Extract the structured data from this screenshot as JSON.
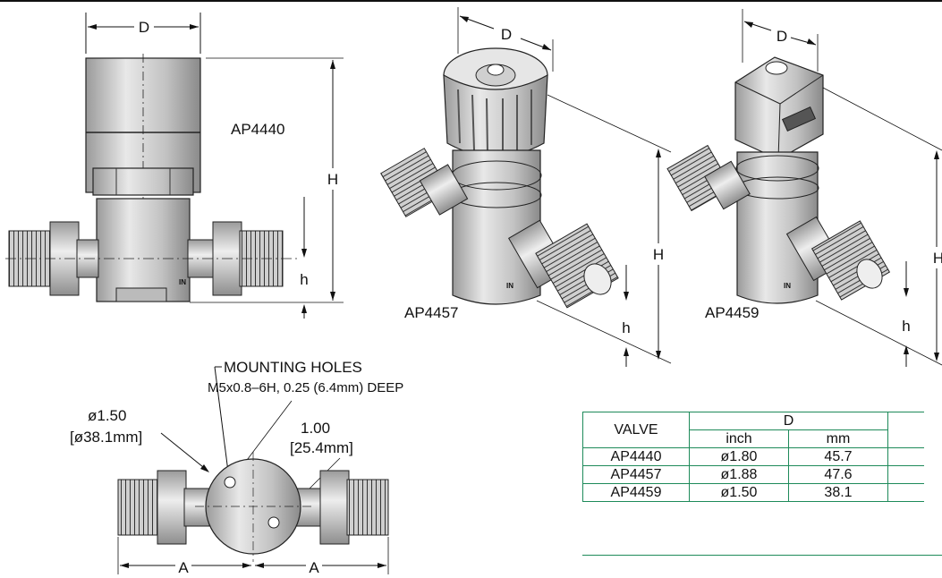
{
  "views": {
    "ap4440": {
      "model": "AP4440",
      "dim_d": "D",
      "dim_H": "H",
      "dim_h": "h",
      "port_mark": "IN"
    },
    "ap4457": {
      "model": "AP4457",
      "dim_d": "D",
      "dim_H": "H",
      "dim_h": "h",
      "port_mark": "IN"
    },
    "ap4459": {
      "model": "AP4459",
      "dim_d": "D",
      "dim_H": "H",
      "dim_h": "h",
      "port_mark": "IN"
    }
  },
  "bottom_view": {
    "mounting_title": "MOUNTING HOLES",
    "mounting_spec": "M5x0.8–6H, 0.25 (6.4mm) DEEP",
    "body_dia_in": "ø1.50",
    "body_dia_mm": "[ø38.1mm]",
    "hole_spacing_in": "1.00",
    "hole_spacing_mm": "[25.4mm]",
    "dim_a_left": "A",
    "dim_a_right": "A"
  },
  "table": {
    "col_valve": "VALVE",
    "col_d": "D",
    "sub_inch": "inch",
    "sub_mm": "mm",
    "rows": [
      {
        "valve": "AP4440",
        "inch": "ø1.80",
        "mm": "45.7"
      },
      {
        "valve": "AP4457",
        "inch": "ø1.88",
        "mm": "47.6"
      },
      {
        "valve": "AP4459",
        "inch": "ø1.50",
        "mm": "38.1"
      }
    ]
  },
  "colors": {
    "table_border": "#1e8a5a",
    "line": "#111111",
    "body_fill": "#d8d8d8"
  }
}
